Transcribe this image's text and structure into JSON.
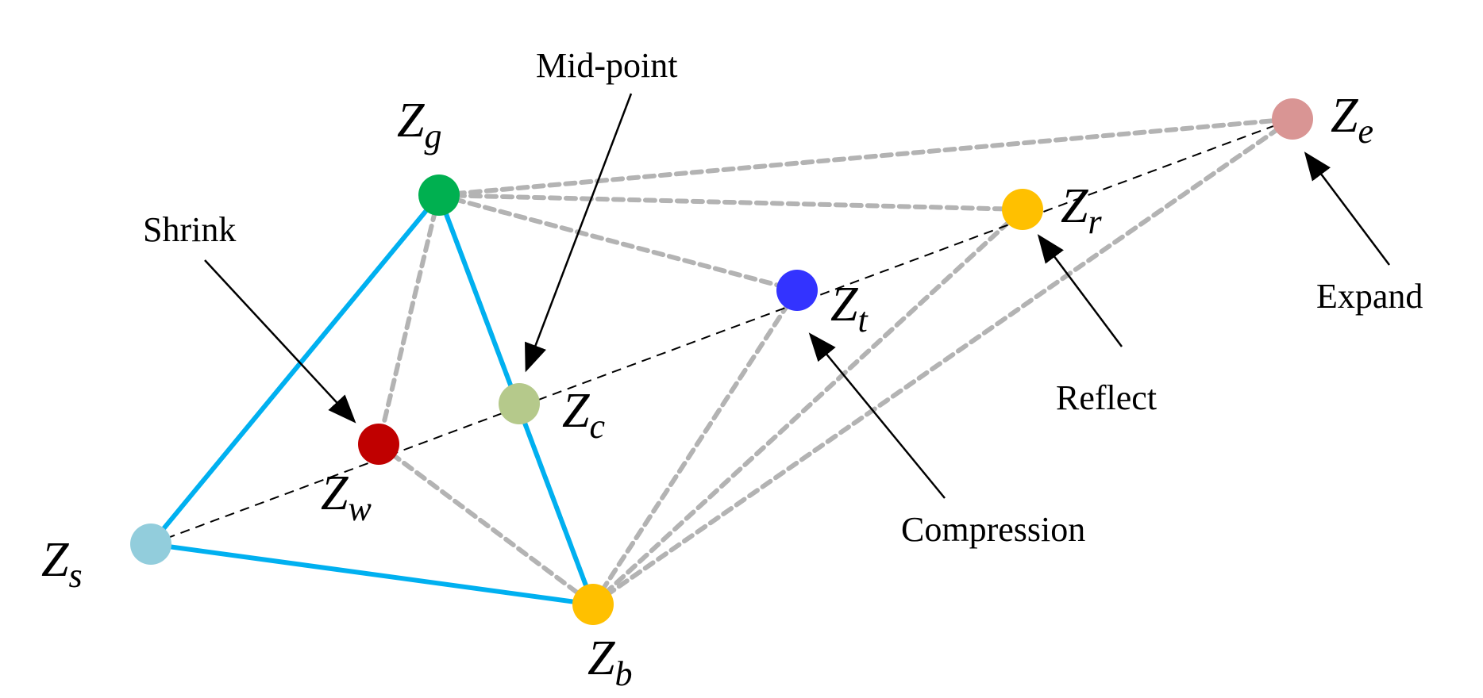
{
  "points": {
    "zs": {
      "main": "Z",
      "sub": "s",
      "color": "#92cddc"
    },
    "zg": {
      "main": "Z",
      "sub": "g",
      "color": "#00b050"
    },
    "zb": {
      "main": "Z",
      "sub": "b",
      "color": "#ffc000"
    },
    "zw": {
      "main": "Z",
      "sub": "w",
      "color": "#c00000"
    },
    "zc": {
      "main": "Z",
      "sub": "c",
      "color": "#b5c98b"
    },
    "zt": {
      "main": "Z",
      "sub": "t",
      "color": "#3333ff"
    },
    "zr": {
      "main": "Z",
      "sub": "r",
      "color": "#ffc000"
    },
    "ze": {
      "main": "Z",
      "sub": "e",
      "color": "#d99594"
    }
  },
  "labels": {
    "shrink": "Shrink",
    "midpoint": "Mid-point",
    "compression": "Compression",
    "reflect": "Reflect",
    "expand": "Expand"
  },
  "colors": {
    "simplex_edge": "#00b0f0",
    "trial_edge": "#b3b3b3",
    "search_line": "#000000"
  }
}
